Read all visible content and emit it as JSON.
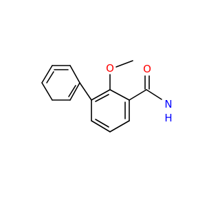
{
  "molecule": {
    "atoms": [
      {
        "id": "o-methoxy",
        "label": "O",
        "color": "#ff0000"
      },
      {
        "id": "o-carbonyl",
        "label": "O",
        "color": "#ff0000"
      },
      {
        "id": "n-amide",
        "label": "N",
        "color": "#0000ff"
      },
      {
        "id": "h-amide",
        "label": "H",
        "color": "#0000ff"
      }
    ]
  }
}
